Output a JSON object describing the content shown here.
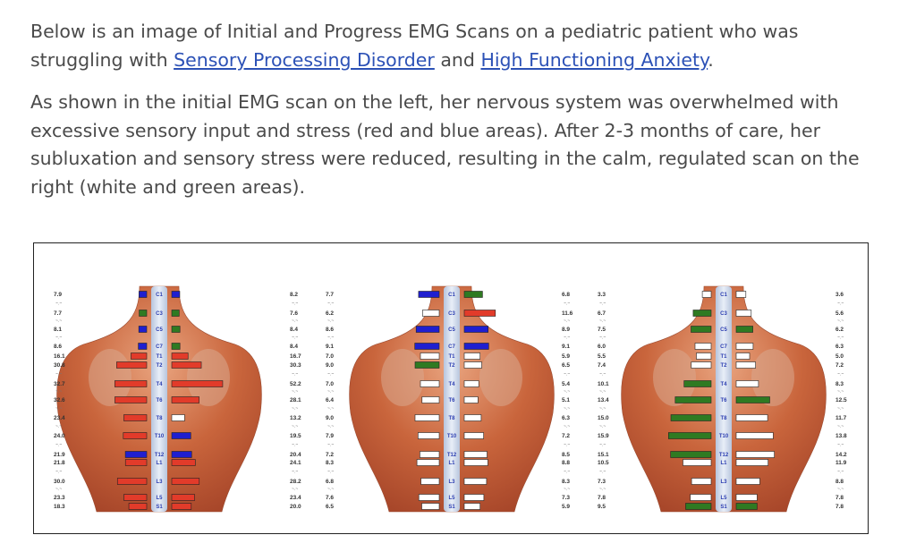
{
  "para1": {
    "before": "Below is an image of Initial and Progress EMG Scans on a pediatric patient who was struggling with ",
    "link1": "Sensory Processing Disorder",
    "middle": " and ",
    "link2": "High Functioning Anxiety",
    "after": "."
  },
  "para2": "As shown in the initial EMG scan on the left, her nervous system was overwhelmed with excessive sensory input and stress (red and blue areas). After 2-3 months of care, her subluxation and sensory stress were reduced, resulting in the calm, regulated scan on the right (white and green areas).",
  "colors": {
    "red": "#e23b2a",
    "blue": "#1f1fd0",
    "green": "#2f7a22",
    "white": "#ffffff",
    "link": "#2c51b6"
  },
  "levels": [
    "C1",
    "C3",
    "C5",
    "C7",
    "T1",
    "T2",
    "T4",
    "T6",
    "T8",
    "T10",
    "T12",
    "L1",
    "L3",
    "L5",
    "S1"
  ],
  "separator": "~.~",
  "scans": [
    {
      "left_values": [
        "7.9",
        "7.7",
        "8.1",
        "8.6",
        "16.1",
        "30.8",
        "32.7",
        "32.6",
        "23.4",
        "24.0",
        "21.9",
        "21.8",
        "30.0",
        "23.3",
        "18.3"
      ],
      "right_values": [
        "8.2",
        "7.6",
        "8.4",
        "8.4",
        "16.7",
        "30.3",
        "52.2",
        "28.1",
        "13.2",
        "19.5",
        "20.4",
        "24.1",
        "28.2",
        "23.4",
        "20.0"
      ],
      "left_colors": [
        "blue",
        "green",
        "blue",
        "blue",
        "red",
        "red",
        "red",
        "red",
        "red",
        "red",
        "blue",
        "red",
        "red",
        "red",
        "red"
      ],
      "right_colors": [
        "blue",
        "green",
        "green",
        "green",
        "red",
        "red",
        "red",
        "red",
        "white",
        "blue",
        "blue",
        "red",
        "red",
        "red",
        "red"
      ]
    },
    {
      "left_values": [
        "7.7",
        "6.2",
        "8.6",
        "9.1",
        "7.0",
        "9.0",
        "7.0",
        "6.4",
        "9.0",
        "7.9",
        "7.2",
        "8.3",
        "6.8",
        "7.6",
        "6.5"
      ],
      "right_values": [
        "6.8",
        "11.6",
        "8.9",
        "9.1",
        "5.9",
        "6.5",
        "5.4",
        "5.1",
        "6.3",
        "7.2",
        "8.5",
        "8.8",
        "8.3",
        "7.3",
        "5.9"
      ],
      "left_colors": [
        "blue",
        "white",
        "blue",
        "blue",
        "white",
        "green",
        "white",
        "white",
        "white",
        "white",
        "white",
        "white",
        "white",
        "white",
        "white"
      ],
      "right_colors": [
        "green",
        "red",
        "blue",
        "blue",
        "white",
        "white",
        "white",
        "white",
        "white",
        "white",
        "white",
        "white",
        "white",
        "white",
        "white"
      ]
    },
    {
      "left_values": [
        "3.3",
        "6.7",
        "7.5",
        "6.0",
        "5.5",
        "7.4",
        "10.1",
        "13.4",
        "15.0",
        "15.9",
        "15.1",
        "10.5",
        "7.3",
        "7.8",
        "9.5"
      ],
      "right_values": [
        "3.6",
        "5.6",
        "6.2",
        "6.3",
        "5.0",
        "7.2",
        "8.3",
        "12.5",
        "11.7",
        "13.8",
        "14.2",
        "11.9",
        "8.8",
        "7.8",
        "7.8"
      ],
      "left_colors": [
        "white",
        "green",
        "green",
        "white",
        "white",
        "white",
        "green",
        "green",
        "green",
        "green",
        "green",
        "white",
        "white",
        "white",
        "green"
      ],
      "right_colors": [
        "white",
        "white",
        "green",
        "white",
        "white",
        "white",
        "white",
        "green",
        "white",
        "white",
        "white",
        "white",
        "white",
        "white",
        "green"
      ]
    }
  ]
}
